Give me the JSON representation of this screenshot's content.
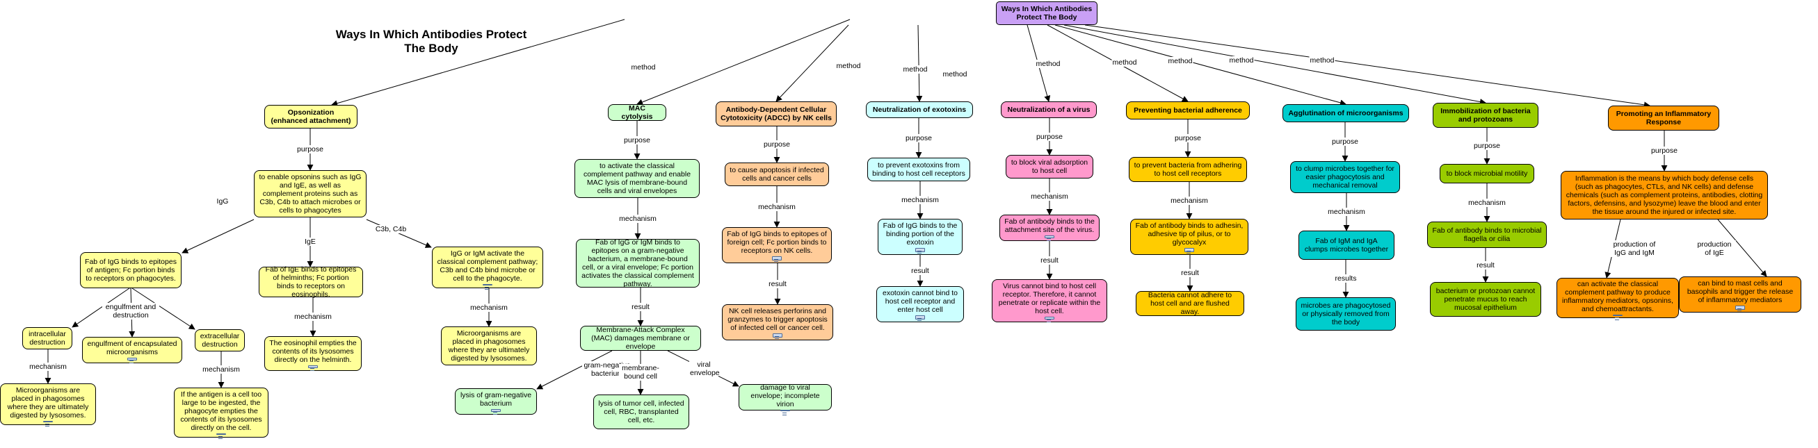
{
  "title": "Ways In Which Antibodies Protect The Body",
  "nodes": {
    "root": "Ways In Which Antibodies Protect The Body",
    "ops": "Opsonization (enhanced attachment)",
    "ops_p": "to enable opsonins such as IgG and IgE, as well as complement proteins such as C3b, C4b to attach microbes or cells to phagocytes",
    "ops_igg": "Fab of IgG binds to epitopes of antigen; Fc portion binds to receptors on phagocytes.",
    "ops_ige": "Fab of IgE binds to epitopes of helminths; Fc portion binds to receptors on eosinophils.",
    "ops_c3b": "IgG or IgM activate the classical complement pathway; C3b and C4b bind microbe or cell to the phagocyte.",
    "ops_intra": "intracellular destruction",
    "ops_engulf": "engulfment of encapsulated microorganisms",
    "ops_extra": "extracellular destruction",
    "ops_intra_m": "Microorganisms are placed in phagosomes where they are ultimately digested by lysosomes.",
    "ops_extra_m": "If the antigen is a cell too large to be ingested, the phagocyte empties the contents of its lysosomes directly on the cell.",
    "ops_ige_m": "The eosinophil empties the contents of its lysosomes directly on the helminth.",
    "ops_c3b_m": "Microorganisms are placed in phagosomes where they are ultimately digested by lysosomes.",
    "mac": "MAC cytolysis",
    "mac_p": "to activate the classical complement pathway and enable MAC lysis of membrane-bound cells and viral envelopes",
    "mac_m": "Fab of IgG or IgM binds to epitopes on a gram-negative bacterium, a membrane-bound cell, or a viral envelope; Fc portion activates the classical complement pathway.",
    "mac_r": "Membrane-Attack Complex (MAC) damages membrane or envelope",
    "mac_gn": "lysis of gram-negative bacterium",
    "mac_mb": "lysis of tumor cell, infected cell, RBC, transplanted cell, etc.",
    "mac_ve": "damage to viral envelope; incomplete virion",
    "adcc": "Antibody-Dependent Cellular Cytotoxicity (ADCC) by NK cells",
    "adcc_p": "to cause apoptosis if infected cells and cancer cells",
    "adcc_m": "Fab of IgG binds to epitopes of foreign cell; Fc portion binds to receptors on NK cells.",
    "adcc_r": "NK cell releases perforins and granzymes to trigger apoptosis of infected cell or cancer cell.",
    "neutx": "Neutralization of exotoxins",
    "neutx_p": "to prevent exotoxins from binding to host cell receptors",
    "neutx_m": "Fab of IgG binds to the binding portion of the exotoxin",
    "neutx_r": "exotoxin cannot bind to host cell receptor and enter host cell",
    "neutv": "Neutralization of a virus",
    "neutv_p": "to block viral adsorption to host cell",
    "neutv_m": "Fab of antibody binds to the attachment site of the virus.",
    "neutv_r": "Virus cannot bind to host cell receptor. Therefore, it cannot penetrate or replicate within the host cell.",
    "adh": "Preventing bacterial adherence",
    "adh_p": "to prevent bacteria from adhering to host cell receptors",
    "adh_m": "Fab of antibody binds to adhesin, adhesive tip of pilus, or to glycocalyx",
    "adh_r": "Bacteria cannot adhere to host cell and are flushed away.",
    "agg": "Agglutination of microorganisms",
    "agg_p": "to clump microbes together for easier phagocytosis and mechanical removal",
    "agg_m": "Fab of IgM and IgA clumps microbes together",
    "agg_r": "microbes are phagocytosed or physically removed from the body",
    "imm": "Immobilization of bacteria and protozoans",
    "imm_p": "to block microbial motility",
    "imm_m": "Fab of antibody binds to microbial flagella or cilia",
    "imm_r": "bacterium or protozoan cannot penetrate mucus to reach mucosal epithelium",
    "inf": "Promoting an Inflammatory Response",
    "inf_p": "Inflammation is the means by which body defense cells (such as phagocytes, CTLs, and NK cells) and defense chemicals (such as complement proteins, antibodies, clotting factors, defensins, and lysozyme) leave the blood and enter the tissue around the injured or infected site.",
    "inf_igg": "can activate the classical complement pathway to produce inflammatory mediators, opsonins, and chemoattractants.",
    "inf_ige": "can bind to mast cells and basophils and trigger the release of inflammatory mediators"
  },
  "link_labels": {
    "method": "method",
    "purpose": "purpose",
    "mechanism": "mechanism",
    "result": "result",
    "results": "results",
    "igg": "IgG",
    "ige": "IgE",
    "c3b": "C3b, C4b",
    "engulf": "engulfment and destruction",
    "gram": "gram-negative bacterium",
    "membrane": "membrane-bound cell",
    "viral": "viral envelope",
    "prod_igg": "production of IgG and IgM",
    "prod_ige": "production of IgE"
  },
  "colors": {
    "root": "#c9a0f5",
    "opsonization": "#ffff99",
    "mac": "#ccffcc",
    "adcc": "#ffcc99",
    "exotoxins": "#ccffff",
    "virus": "#ff99cc",
    "adherence": "#ffcc00",
    "agglutination": "#00cccc",
    "immobilization": "#99cc00",
    "inflammatory": "#ff9900"
  }
}
